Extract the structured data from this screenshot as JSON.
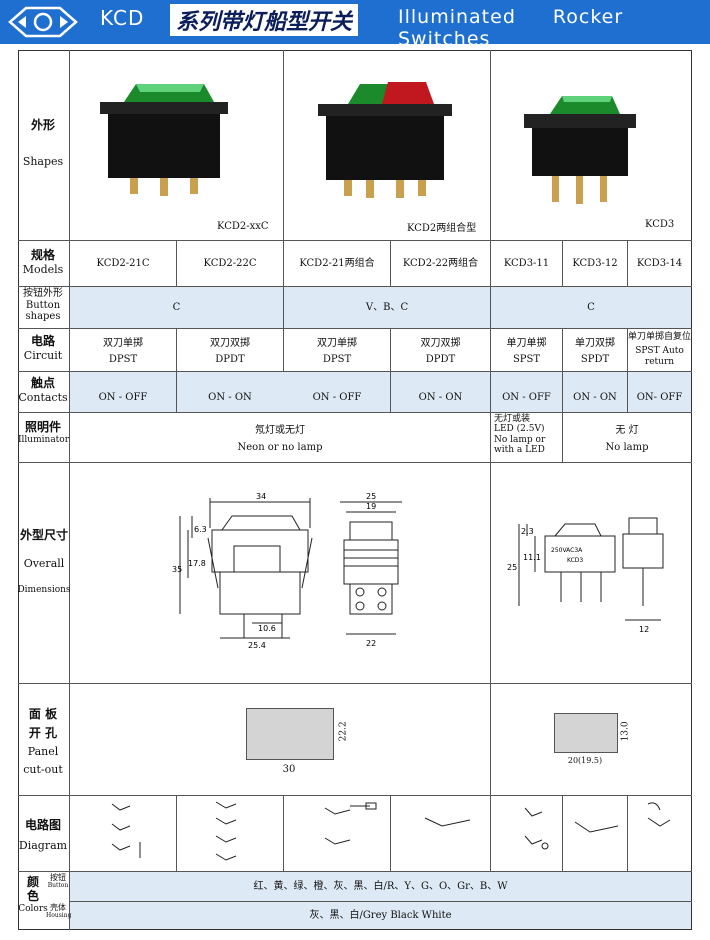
{
  "header": {
    "brand": "KCD",
    "title_cn": "系列带灯船型开关",
    "title_en": "Illuminated Rocker Switches"
  },
  "rows": {
    "shapes": {
      "cn": "外形",
      "en": "Shapes"
    },
    "models": {
      "cn": "规格",
      "en": "Models"
    },
    "button": {
      "cn": "按钮外形",
      "en": "Button shapes"
    },
    "circuit": {
      "cn": "电路",
      "en": "Circuit"
    },
    "contacts": {
      "cn": "触点",
      "en": "Contacts"
    },
    "illuminator": {
      "cn": "照明件",
      "en": "Illuminator"
    },
    "overall": {
      "cn": "外型尺寸",
      "en1": "Overall",
      "en2": "Dimensions"
    },
    "panel": {
      "cn1": "面 板",
      "cn2": "开 孔",
      "en1": "Panel",
      "en2": "cut-out"
    },
    "diagram": {
      "cn": "电路图",
      "en": "Diagram"
    },
    "colors": {
      "cn1": "颜",
      "cn2": "色",
      "en": "Colors",
      "button_cn": "按钮",
      "button_en": "Button",
      "housing_cn": "壳体",
      "housing_en": "Housing"
    }
  },
  "photos": [
    "KCD2-xxC",
    "KCD2两组合型",
    "KCD3"
  ],
  "models": [
    "KCD2-21C",
    "KCD2-22C",
    "KCD2-21两组合",
    "KCD2-22两组合",
    "KCD3-11",
    "KCD3-12",
    "KCD3-14"
  ],
  "button_shapes": [
    "C",
    "V、B、C",
    "C"
  ],
  "circuit": [
    {
      "cn": "双刀单掷",
      "en": "DPST"
    },
    {
      "cn": "双刀双掷",
      "en": "DPDT"
    },
    {
      "cn": "双刀单掷",
      "en": "DPST"
    },
    {
      "cn": "双刀双掷",
      "en": "DPDT"
    },
    {
      "cn": "单刀单掷",
      "en": "SPST"
    },
    {
      "cn": "单刀双掷",
      "en": "SPDT"
    },
    {
      "cn": "单刀单掷自复位",
      "en": "SPST Auto return"
    }
  ],
  "contacts": [
    "ON - OFF",
    "ON - ON",
    "ON - OFF",
    "ON - ON",
    "ON - OFF",
    "ON - ON",
    "ON- OFF"
  ],
  "illuminator": {
    "a_cn": "氖灯或无灯",
    "a_en": "Neon or no lamp",
    "b_cn": "无灯或装",
    "b_led": "LED (2.5V)",
    "b_en1": "No lamp or",
    "b_en2": "with a LED",
    "c_cn": "无 灯",
    "c_en": "No lamp"
  },
  "dims": {
    "d34": "34",
    "d63": "6.3",
    "d178": "17.8",
    "d35": "35",
    "d106": "10.6",
    "d254": "25.4",
    "d25": "25",
    "d19": "19",
    "d22": "22",
    "s_230": "2.3",
    "s_111": "11.1",
    "s_25": "25",
    "s_12": "12",
    "s_lbl1": "250VAC3A",
    "s_lbl2": "KCD3"
  },
  "cutout": {
    "w1": "30",
    "h1": "22.2",
    "w2": "20(19.5)",
    "h2": "13.0"
  },
  "colors": {
    "button": "红、黄、绿、橙、灰、黑、白/R、Y、G、O、Gr、B、W",
    "housing": "灰、黑、白/Grey  Black  White"
  },
  "palette": {
    "header": "#1f6fd0",
    "shade": "#dde9f4",
    "green": "#1a8a2a",
    "red": "#c0181e"
  }
}
